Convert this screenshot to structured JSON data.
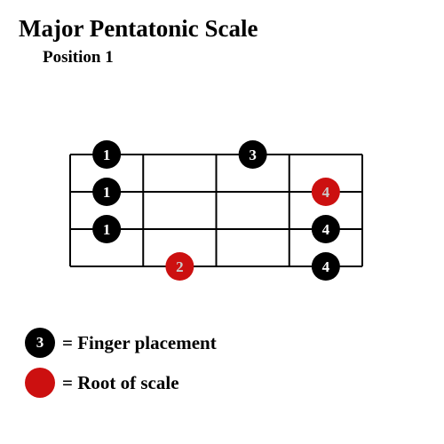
{
  "title": "Major Pentatonic Scale",
  "subtitle": "Position 1",
  "colors": {
    "finger": "#000000",
    "root": "#cc1010",
    "finger_text": "#ffffff",
    "root_text": "#cccccc",
    "grid": "#000000"
  },
  "fretboard": {
    "strings": 4,
    "frets": 4,
    "notes": [
      {
        "string": 1,
        "fret": 1,
        "finger": "1",
        "root": false
      },
      {
        "string": 1,
        "fret": 3,
        "finger": "3",
        "root": false
      },
      {
        "string": 2,
        "fret": 1,
        "finger": "1",
        "root": false
      },
      {
        "string": 2,
        "fret": 4,
        "finger": "4",
        "root": true
      },
      {
        "string": 3,
        "fret": 1,
        "finger": "1",
        "root": false
      },
      {
        "string": 3,
        "fret": 4,
        "finger": "4",
        "root": false
      },
      {
        "string": 4,
        "fret": 2,
        "finger": "2",
        "root": true
      },
      {
        "string": 4,
        "fret": 4,
        "finger": "4",
        "root": false
      }
    ]
  },
  "legend": {
    "finger_example": "3",
    "finger_label": "= Finger placement",
    "root_label": "= Root of scale"
  }
}
